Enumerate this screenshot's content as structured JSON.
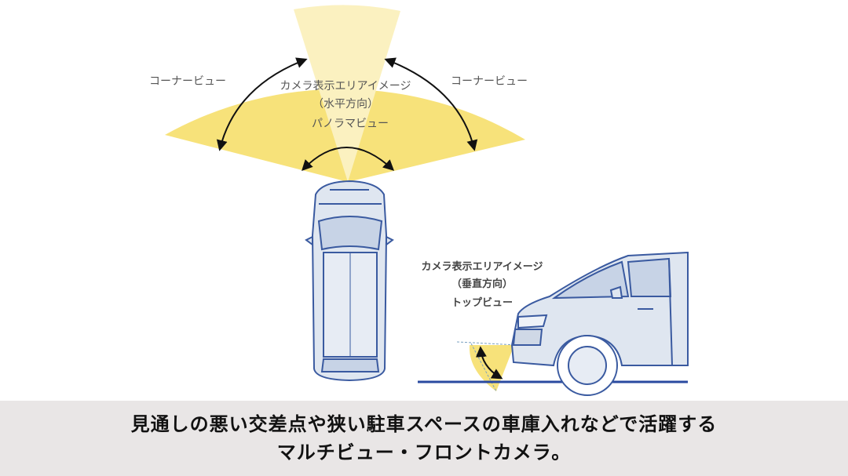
{
  "diagram": {
    "horizontal": {
      "corner_left": "コーナービュー",
      "corner_right": "コーナービュー",
      "area_line1": "カメラ表示エリアイメージ",
      "area_line2": "（水平方向）",
      "area_line3": "パノラマビュー"
    },
    "vertical": {
      "area_line1": "カメラ表示エリアイメージ",
      "area_line2": "（垂直方向）",
      "area_line3": "トップビュー"
    }
  },
  "caption": {
    "line1": "見通しの悪い交差点や狭い駐車スペースの車庫入れなどで活躍する",
    "line2": "マルチビュー・フロントカメラ。"
  },
  "colors": {
    "fan_yellow": "#f7e27a",
    "fan_center": "#fbf1c0",
    "car_outline": "#3a5aa0",
    "car_fill": "#dfe6f0",
    "ground": "#2a4aa0",
    "caption_bg": "#e9e6e6"
  }
}
